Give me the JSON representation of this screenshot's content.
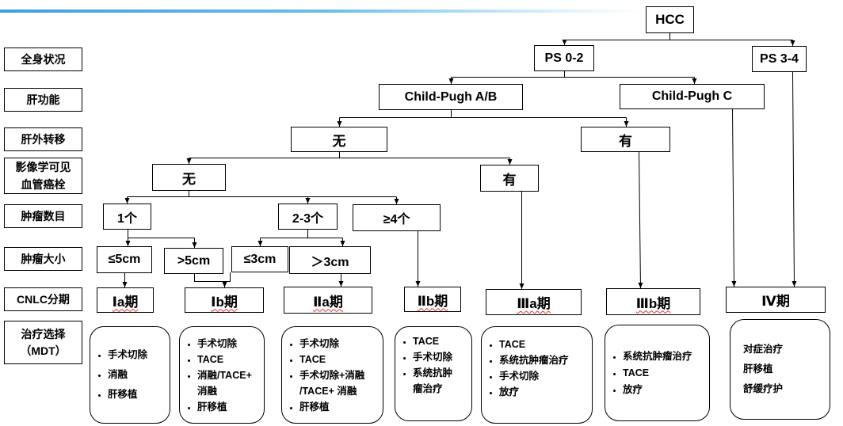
{
  "colors": {
    "header_rule": "#3d9fe0"
  },
  "row_labels": [
    [
      "全身状况"
    ],
    [
      "肝功能"
    ],
    [
      "肝外转移"
    ],
    [
      "影像学可见",
      "血管癌栓"
    ],
    [
      "肿瘤数目"
    ],
    [
      "肿瘤大小"
    ],
    [
      "CNLC分期"
    ],
    [
      "治疗选择",
      "（MDT）"
    ]
  ],
  "decision_tree": {
    "root": "HCC",
    "performance_status": {
      "ps_0_2": "PS 0-2",
      "ps_3_4": "PS 3-4"
    },
    "liver_function": {
      "child_pugh_ab": "Child-Pugh A/B",
      "child_pugh_c": "Child-Pugh C"
    },
    "extrahepatic_metastasis": {
      "no": "无",
      "yes": "有"
    },
    "vascular_invasion": {
      "no": "无",
      "yes": "有"
    },
    "tumor_number": {
      "one": "1个",
      "two_to_three": "2-3个",
      "four_or_more": "≥4个"
    },
    "tumor_size": {
      "single_le_5cm": "≤5cm",
      "single_gt_5cm": ">5cm",
      "multiple_le_3cm": "≤3cm",
      "multiple_gt_3cm": "＞3cm"
    }
  },
  "stages": [
    {
      "label": "Ⅰa期",
      "treatments": [
        [
          "手术切除"
        ],
        [
          "消融"
        ],
        [
          "肝移植"
        ]
      ]
    },
    {
      "label": "Ⅰb期",
      "treatments": [
        [
          "手术切除"
        ],
        [
          "TACE"
        ],
        [
          "消融/TACE+",
          "消融"
        ],
        [
          "肝移植"
        ]
      ]
    },
    {
      "label": "Ⅱa期",
      "treatments": [
        [
          "手术切除"
        ],
        [
          "TACE"
        ],
        [
          "手术切除+消融",
          "/TACE+ 消融"
        ],
        [
          "肝移植"
        ]
      ]
    },
    {
      "label": "Ⅱb期",
      "treatments": [
        [
          "TACE"
        ],
        [
          "手术切除"
        ],
        [
          "系统抗肿",
          "瘤治疗"
        ]
      ]
    },
    {
      "label": "Ⅲa期",
      "treatments": [
        [
          "TACE"
        ],
        [
          "系统抗肿瘤治疗"
        ],
        [
          "手术切除"
        ],
        [
          "放疗"
        ]
      ]
    },
    {
      "label": "Ⅲb期",
      "treatments": [
        [
          "系统抗肿瘤治疗"
        ],
        [
          "TACE"
        ],
        [
          "放疗"
        ]
      ]
    },
    {
      "label": "Ⅳ期",
      "treatments": [
        [
          "对症治疗"
        ],
        [
          "肝移植"
        ],
        [
          "舒缓疗护"
        ]
      ]
    }
  ]
}
